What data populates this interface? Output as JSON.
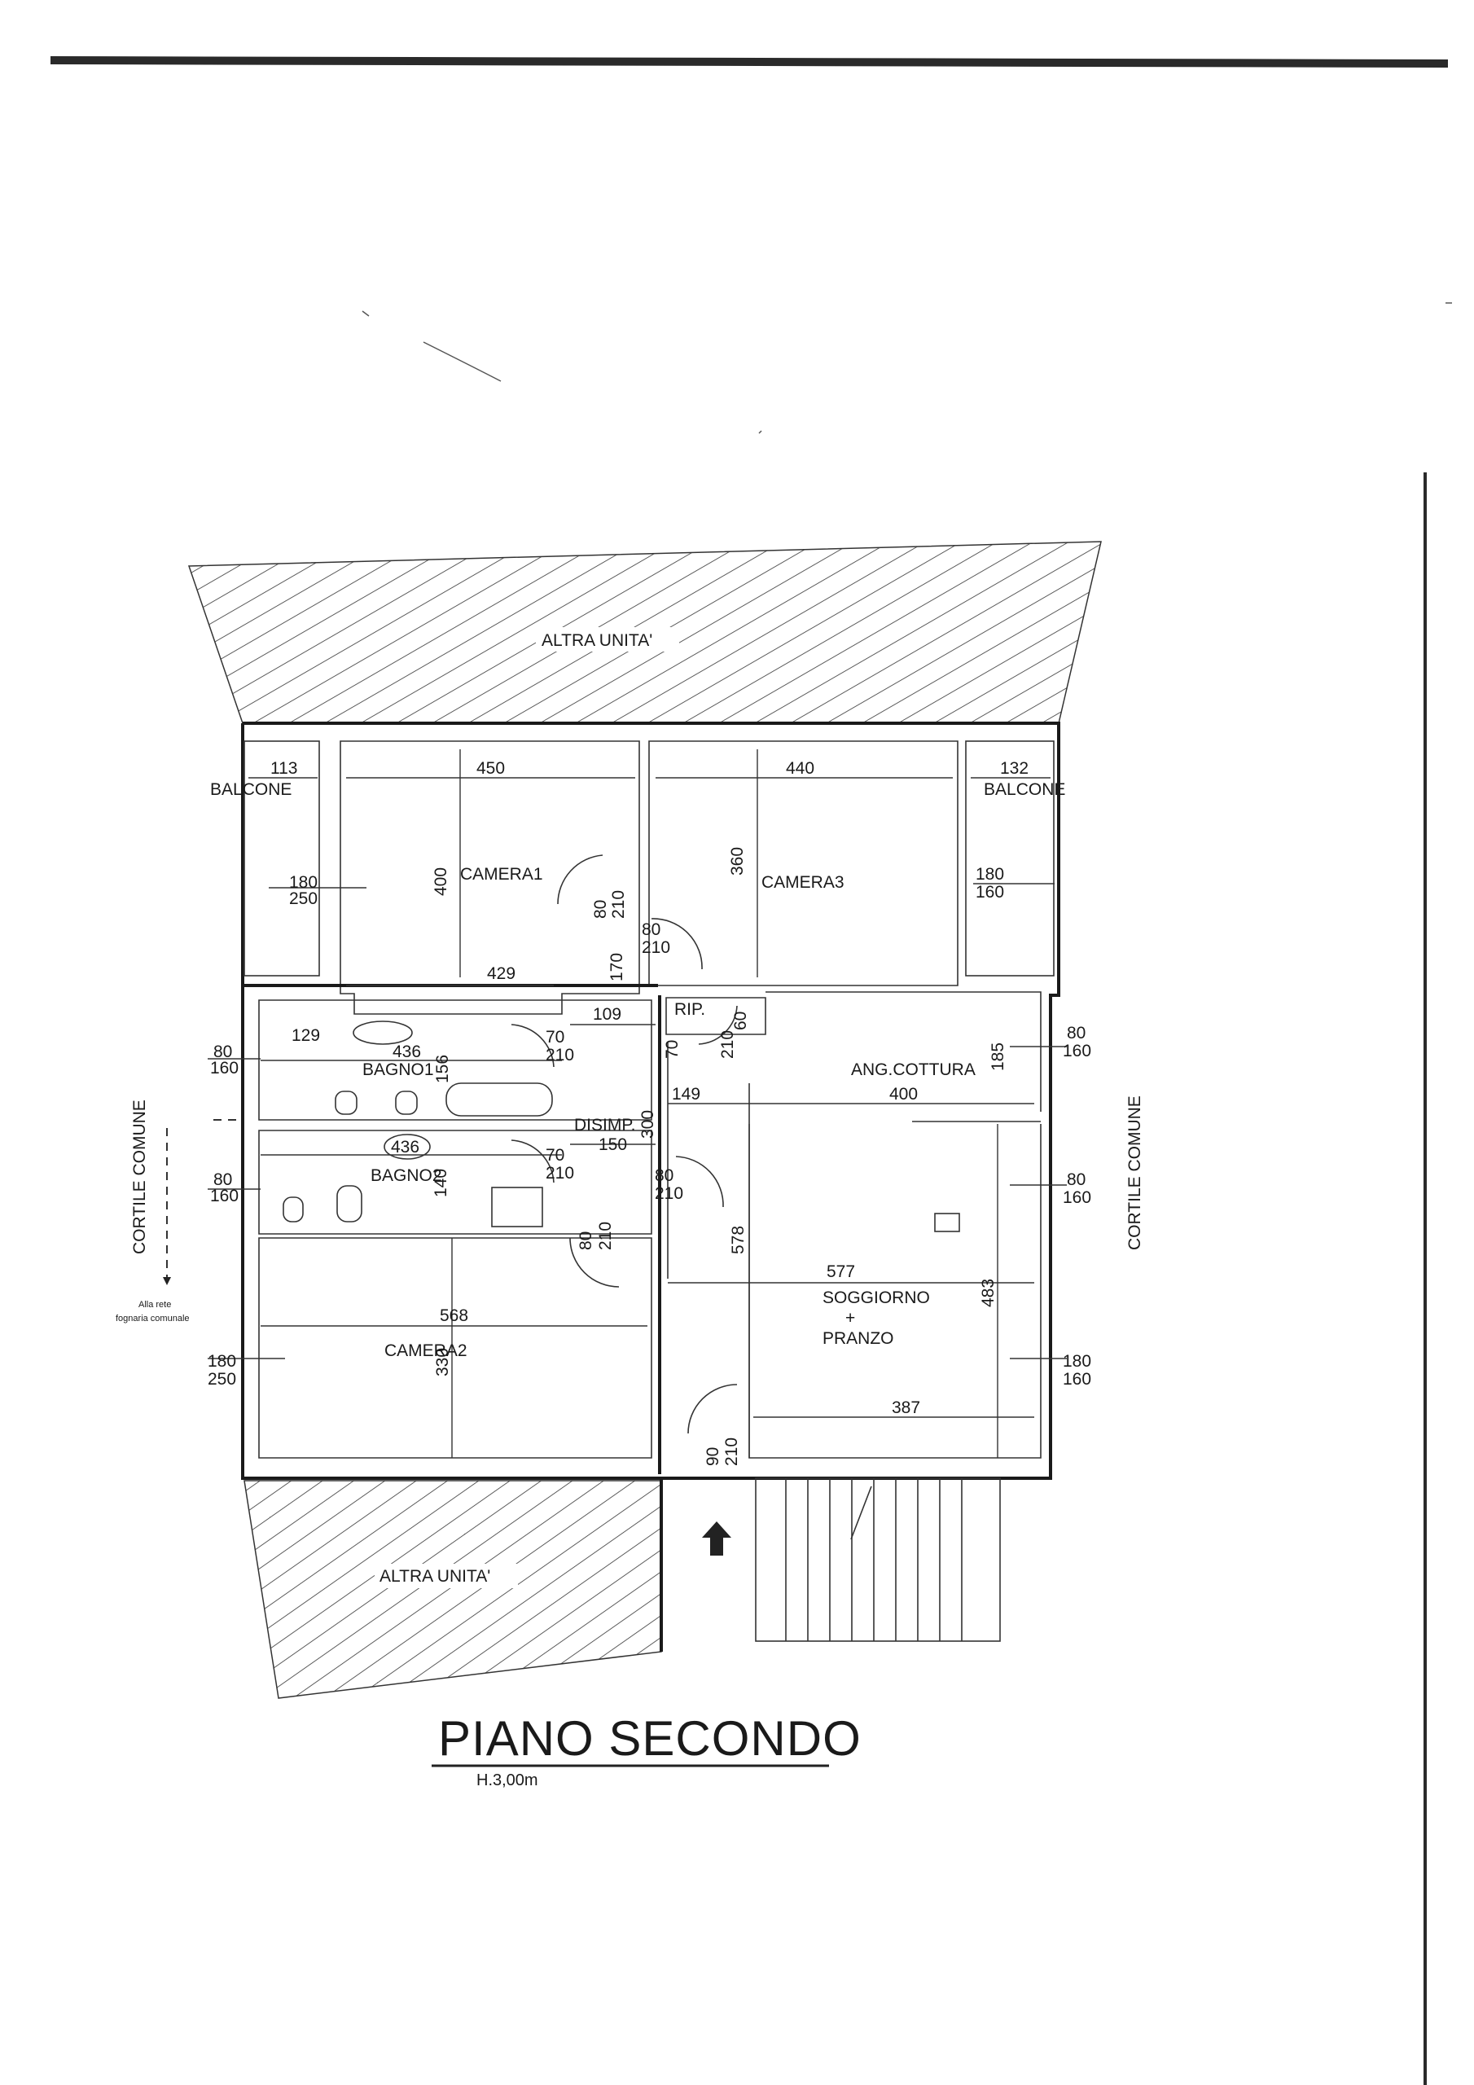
{
  "plan": {
    "title": "PIANO SECONDO",
    "subtitle": "H.3,00m",
    "neighbors": {
      "top": "ALTRA UNITA'",
      "bottom": "ALTRA UNITA'"
    },
    "courtyards": {
      "left": "CORTILE COMUNE",
      "right": "CORTILE COMUNE"
    },
    "sewer_note": [
      "Alla rete",
      "fognaria comunale"
    ],
    "rooms": {
      "camera1": "CAMERA1",
      "camera2": "CAMERA2",
      "camera3": "CAMERA3",
      "balcone_left": "BALCONE",
      "balcone_right": "BALCONE",
      "bagno1": "BAGNO1",
      "bagno2": "BAGNO2",
      "disimp": "DISIMP.",
      "rip": "RIP.",
      "ang_cottura": "ANG.COTTURA",
      "soggiorno": "SOGGIORNO",
      "plus": "+",
      "pranzo": "PRANZO"
    },
    "dims": {
      "balc_l_w": "113",
      "cam1_w": "450",
      "cam3_w": "440",
      "balc_r_w": "132",
      "cam1_h": "400",
      "cam3_h": "360",
      "cam1_bottom": "429",
      "disimp_w": "109",
      "bagno1_w": "129",
      "bagno1_len": "436",
      "bagno1_h": "156",
      "bagno2_len": "436",
      "bagno2_h": "140",
      "disimp_len": "150",
      "disimp_h": "300",
      "liv_149": "149",
      "liv_400": "400",
      "kitchen_h": "185",
      "liv_577": "577",
      "liv_578": "578",
      "liv_483": "483",
      "liv_387": "387",
      "cam2_w": "568",
      "cam2_h": "330"
    },
    "openings": {
      "win_balc_l": [
        "180",
        "250"
      ],
      "win_balc_r": [
        "180",
        "160"
      ],
      "door_cam1": [
        "80",
        "210"
      ],
      "door_cam3": [
        "80",
        "210"
      ],
      "door_rip": [
        "70",
        "210",
        "60"
      ],
      "door_bagno1": [
        "70",
        "210"
      ],
      "door_bagno2": [
        "70",
        "210"
      ],
      "door_liv": [
        "80",
        "210"
      ],
      "door_cam2": [
        "80",
        "210"
      ],
      "door_entry": [
        "90",
        "210"
      ],
      "win_bagno1": [
        "80",
        "160"
      ],
      "win_bagno2": [
        "80",
        "160"
      ],
      "win_kitchen": [
        "80",
        "160"
      ],
      "win_liv1": [
        "80",
        "160"
      ],
      "win_cam2": [
        "180",
        "250"
      ],
      "win_liv2": [
        "180",
        "160"
      ]
    }
  }
}
